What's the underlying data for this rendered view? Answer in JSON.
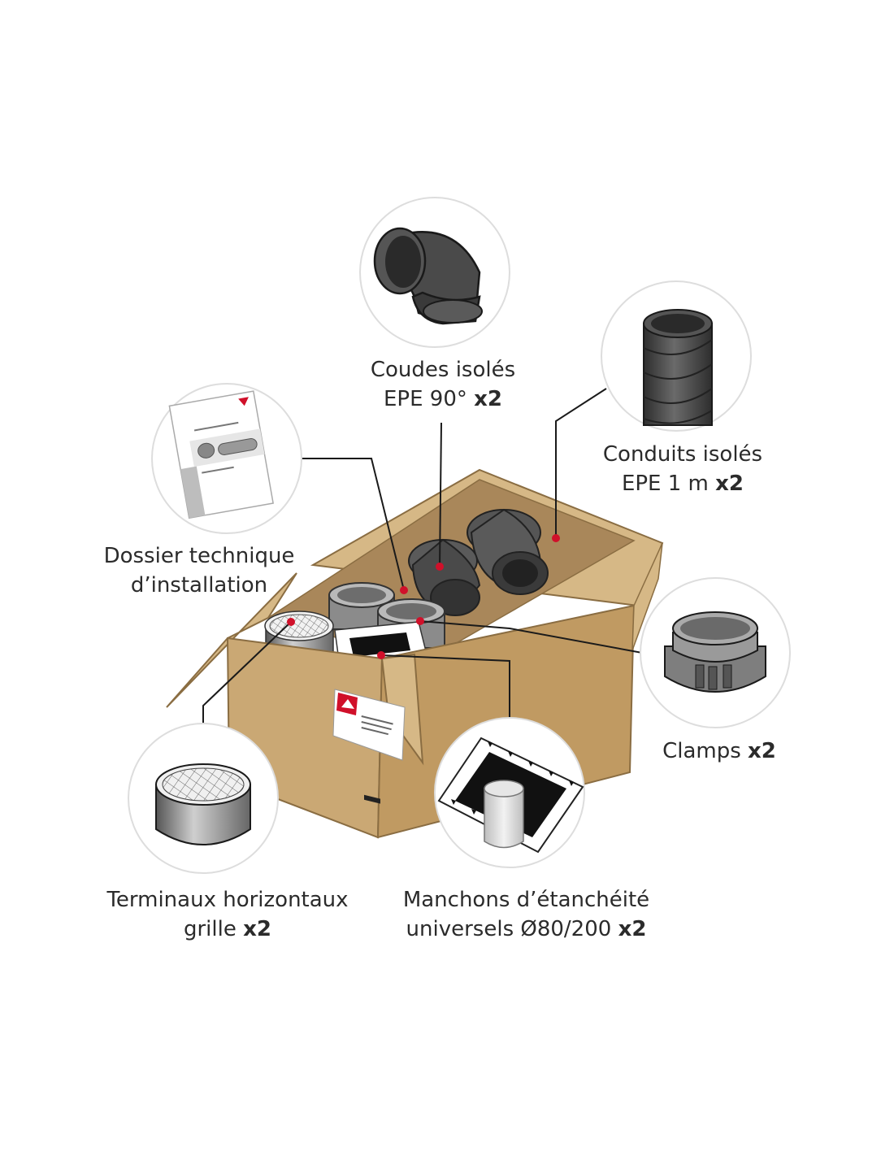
{
  "colors": {
    "box_front": "#caa874",
    "box_side": "#c09a62",
    "box_flap": "#d6b886",
    "box_inside": "#a9875a",
    "pipe_dark": "#3d3d3d",
    "pipe_mid": "#5a5a5a",
    "leader_line": "#1a1a1a",
    "marker_dot": "#d0102a",
    "circle_border": "#dddddd"
  },
  "components": {
    "coudes": {
      "line1": "Coudes isolés",
      "line2": "EPE 90°",
      "qty": "x2",
      "icon": "elbow-pipe-icon"
    },
    "conduits": {
      "line1": "Conduits isolés",
      "line2": "EPE 1 m",
      "qty": "x2",
      "icon": "insulated-duct-icon"
    },
    "dossier": {
      "line1": "Dossier technique",
      "line2": "d’installation",
      "icon": "manual-document-icon"
    },
    "clamps": {
      "line1": "Clamps",
      "qty": "x2",
      "icon": "clamp-ring-icon"
    },
    "terminaux": {
      "line1": "Terminaux horizontaux",
      "line2": "grille",
      "qty": "x2",
      "icon": "grille-terminal-icon"
    },
    "manchons": {
      "line1": "Manchons d’étanchéité",
      "line2": "universels Ø80/200",
      "qty": "x2",
      "icon": "sealing-sleeve-icon"
    }
  }
}
